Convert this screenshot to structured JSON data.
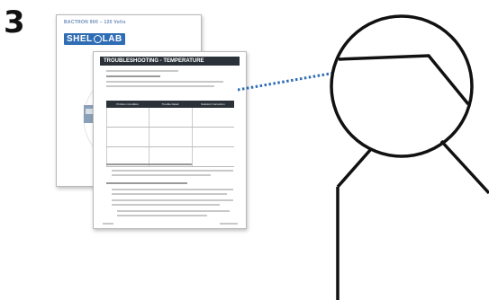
{
  "step_number": "3",
  "back_document": {
    "header": "BACTRON 900 – 120 Volts",
    "logo": {
      "left": "SHEL",
      "right": "LAB",
      "brand_color": "#2f6db5"
    }
  },
  "front_document": {
    "title": "TROUBLESHOOTING - TEMPERATURE",
    "table_headers": [
      "Problem Condition",
      "Trouble Detail",
      "Solution/ Correction"
    ]
  },
  "colors": {
    "dots": "#2f6db5",
    "title_bar": "#2a3138",
    "outline": "#111111"
  }
}
